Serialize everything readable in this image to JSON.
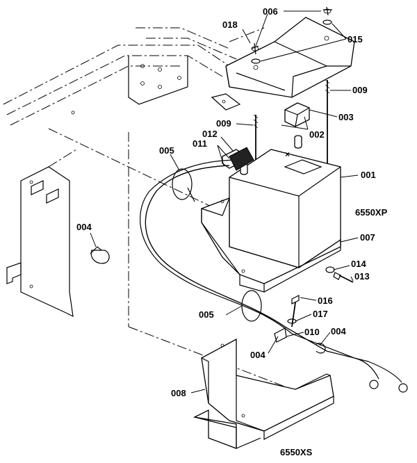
{
  "callouts": {
    "p001": "001",
    "p002": "002",
    "p003": "003",
    "p004_clamp": "004",
    "p004_lower_left": "004",
    "p004_lower_right": "004",
    "p005_upper": "005",
    "p005_lower": "005",
    "p006": "006",
    "p007": "007",
    "p008": "008",
    "p009_left": "009",
    "p009_right": "009",
    "p010": "010",
    "p011": "011",
    "p012": "012",
    "p013": "013",
    "p014": "014",
    "p015": "015",
    "p016": "016",
    "p017": "017",
    "p018": "018"
  },
  "models": {
    "upper": "6550XP",
    "lower": "6550XS"
  },
  "battery": {
    "terminal_mark": "×"
  }
}
